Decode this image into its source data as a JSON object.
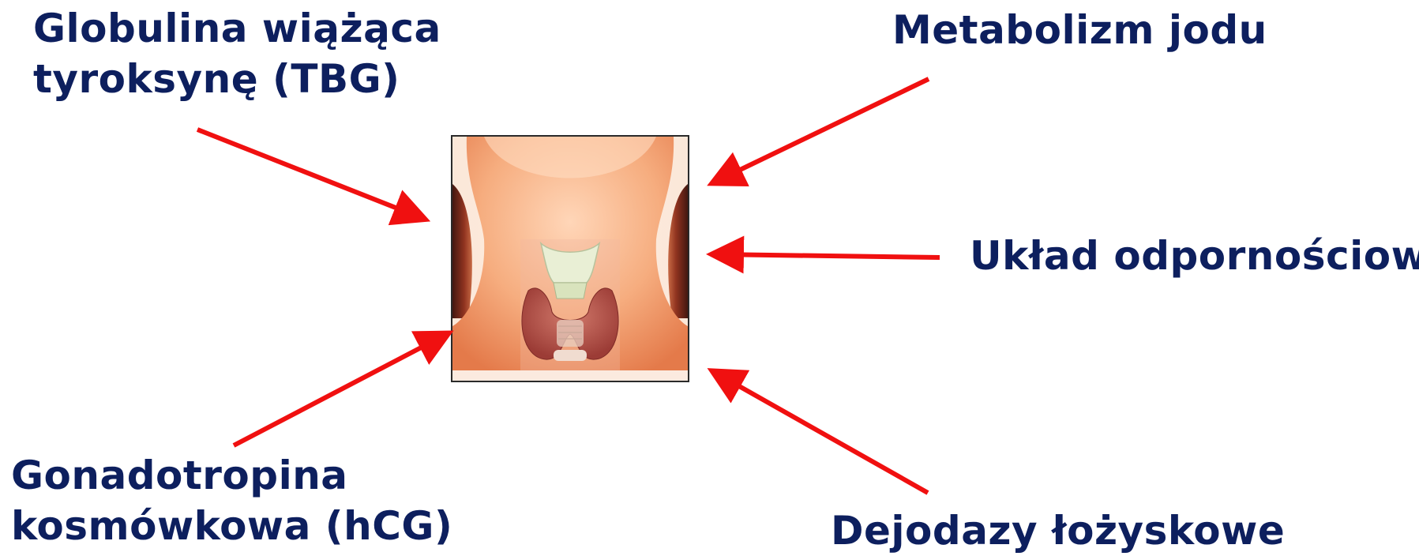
{
  "labels": {
    "tbg": [
      "Globulina wiążąca",
      "tyroksynę (TBG)"
    ],
    "iodine": [
      "Metabolizm jodu"
    ],
    "immune": [
      "Układ odpornościowy"
    ],
    "hcg": [
      "Gonadotropina",
      "kosmówkowa (hCG)"
    ],
    "deiodinases": [
      "Dejodazy łożyskowe"
    ]
  },
  "colors": {
    "text": "#0d1f5e",
    "arrow": "#f01010",
    "skin": "#f3a679",
    "thyroid": "#b5504a",
    "cartilage": "#dde8c8"
  },
  "illustration": {
    "name": "thyroid-neck-illustration"
  }
}
